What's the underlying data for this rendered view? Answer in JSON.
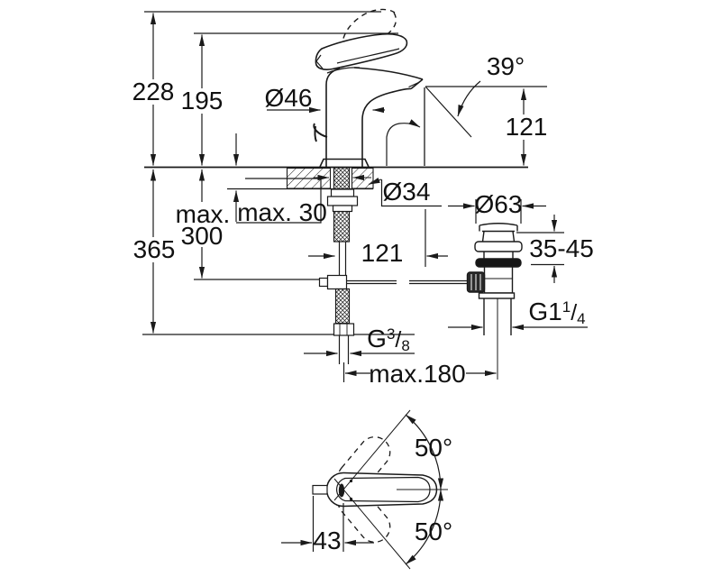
{
  "colors": {
    "background": "#ffffff",
    "line": "#1a1a1a",
    "text": "#111111"
  },
  "dimensions": {
    "overall_height": "228",
    "height_to_lever": "195",
    "body_diameter": "Ø46",
    "spout_angle": "39°",
    "spout_height": "121",
    "deck_thickness_max": "max. 30",
    "hose_clearance_line1": "max.",
    "hose_clearance_line2": "300",
    "hose_length": "365",
    "deck_hole_diameter": "Ø34",
    "spout_reach": "121",
    "drain_flange_diameter": "Ø63",
    "drain_deck_thickness": "35-45",
    "faucet_to_drain_max": "max.180",
    "supply_thread": {
      "prefix": "G",
      "sup": "3",
      "slash": "/",
      "sub": "8"
    },
    "drain_thread": {
      "prefix": "G1",
      "sup": "1",
      "slash": "/",
      "sub": "4"
    },
    "lever_swing_upper": "50°",
    "lever_swing_lower": "50°",
    "lever_pivot_offset": "43"
  }
}
